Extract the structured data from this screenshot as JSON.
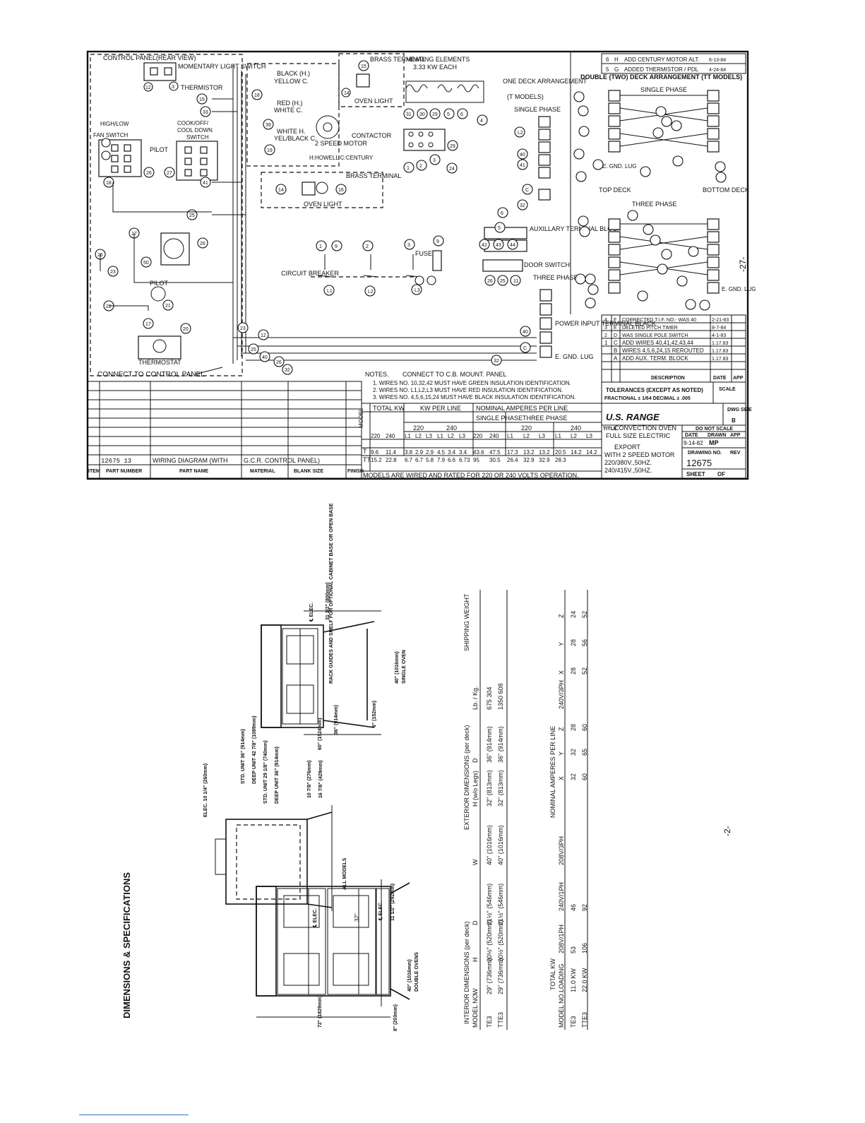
{
  "wiring_diagram": {
    "panel_title": "CONTROL PANEL(REAR VIEW)",
    "momentary_switch": "MOMENTARY LIGHT SWITCH",
    "thermistor": "THERMISTOR",
    "high_low": "HIGH/LOW",
    "fan_switch": "FAN SWITCH",
    "cook_off": "COOK/OFF/",
    "cool_down": "COOL DOWN",
    "switch": "SWITCH",
    "pilot_1": "PILOT",
    "pilot_2": "PILOT",
    "thermostat": "THERMOSTAT",
    "connect_panel": "CONNECT TO CONTROL PANEL",
    "brass_terminal_1": "BRASS TERMINAL",
    "heating_elements": "HEATING ELEMENTS",
    "kw_each": "3.33 KW EACH",
    "oven_light_1": "OVEN LIGHT",
    "black": "BLACK (H.)",
    "yellow": "YELLOW C.",
    "red": "RED (H.)",
    "white": "WHITE C.",
    "white_h": "WHITE H.",
    "yel_black": "YEL/BLACK C.",
    "two_speed_motor": "2 SPEED MOTOR",
    "motor_makers": "H:HOWELL C:CENTURY",
    "contactor": "CONTACTOR",
    "brass_terminal_2": "BRASS TERMINAL",
    "oven_light_2": "OVEN LIGHT",
    "circuit_breaker": "CIRCUIT BREAKER",
    "fuse": "FUSE",
    "door_switch": "DOOR SWITCH",
    "auxillary": "AUXILLARY TERMINAL BLOCK",
    "three_phase_mid": "THREE PHASE",
    "power_input": "POWER INPUT TERMINAL BLACK",
    "gnd_lug": "E. GND. LUG",
    "one_deck": "ONE DECK ARRANGEMENT",
    "t_models": "(T MODELS)",
    "single_phase_1": "SINGLE PHASE",
    "double_deck": "DOUBLE (TWO) DECK ARRANGEMENT (TT MODELS)",
    "single_phase_2": "SINGLE PHASE",
    "three_phase_right": "THREE PHASE",
    "top_deck": "TOP DECK",
    "bottom_deck": "BOTTOM DECK",
    "page_num": "-27-",
    "notes_title": "NOTES.",
    "connect_cb": "CONNECT TO C.B. MOUNT. PANEL",
    "notes": [
      "1. WIRES NO. 10,32,42 MUST HAVE GREEN INSULATION IDENTIFICATION.",
      "2. WIRES NO. L1,L2,L3 MUST HAVE RED INSULATION IDENTIFICATION.",
      "3. WIRES NO. 4,5,6,15,24 MUST HAVE BLACK INSULATION IDENTIFICATION."
    ],
    "revisions": [
      {
        "sym": "6",
        "ltr": "H",
        "desc": "ADD CENTURY MOTOR ALT.",
        "date": "6-13-84"
      },
      {
        "sym": "5",
        "ltr": "G",
        "desc": "ADDED THERMISTOR / PDL",
        "date": "4-24-84"
      },
      {
        "sym": "4",
        "ltr": "F",
        "desc": "CORRECTED T.I.F. NO.- WAS 40",
        "date": "2-21-83"
      },
      {
        "sym": "3",
        "ltr": "E",
        "desc": "DELETED PITCH TIMER",
        "date": "8-7-84"
      },
      {
        "sym": "2",
        "ltr": "D",
        "desc": "WAS SINGLE POLE SWITCH",
        "date": "4-1-83"
      },
      {
        "sym": "1",
        "ltr": "C",
        "desc": "ADD WIRES 40,41,42,43,44",
        "date": "1.17.83"
      },
      {
        "sym": "",
        "ltr": "B",
        "desc": "WIRES 4,5,6,24,15 REROUTED",
        "date": "1.17.83"
      },
      {
        "sym": "",
        "ltr": "A",
        "desc": "ADD AUX. TERM. BLOCK",
        "date": "1.17.83"
      }
    ],
    "rev_header": {
      "desc": "DESCRIPTION",
      "date": "DATE",
      "app": "APP"
    },
    "tolerances": "TOLERANCES (EXCEPT AS NOTED)",
    "fractional": "FRACTIONAL ± 1/64 DECIMAL ± .005",
    "scale": "SCALE",
    "company": "U.S. RANGE",
    "dwg_size": "DWG SIZE",
    "size_b": "B",
    "title_label": "TITLE",
    "title_1": "CONVECTION OVEN",
    "title_2": "FULL SIZE ELECTRIC",
    "export": "EXPORT",
    "export_1": "WITH 2 SPEED MOTOR",
    "export_2": "220/380V.,50HZ.",
    "export_3": "240/415V.,50HZ.",
    "do_not_scale": "DO NOT SCALE",
    "date_hdr": "DATE",
    "drawn_hdr": "DRAWN",
    "app_hdr": "APP",
    "drawing_date": "9-14-82",
    "drawn_by": "MP",
    "drawing_no_label": "DRAWING NO.",
    "rev_label": "REV",
    "drawing_no": "12675",
    "sheet": "SHEET",
    "of": "OF",
    "parts_row": {
      "item": "",
      "part_no": "12675 13",
      "part_name": "WIRING DIAGRAM (WITH",
      "material": "G.C.R. CONTROL PANEL)"
    },
    "parts_header": {
      "item": "ITEM",
      "part_no": "PART NUMBER",
      "part_name": "PART NAME",
      "material": "MATERIAL",
      "blank": "BLANK SIZE",
      "finish": "FINISH"
    },
    "kw_table": {
      "model": "MODEL",
      "total_kw": "TOTAL KW",
      "kw_per_line": "KW PER LINE",
      "amps": "NOMINAL AMPERES PER LINE",
      "single_phase": "SINGLE PHASE",
      "three_phase": "THREE PHASE",
      "v220": "220",
      "v240": "240",
      "lines": [
        "220",
        "240",
        "L1",
        "L2",
        "L3",
        "L1",
        "L2",
        "L3",
        "220",
        "240",
        "L1",
        "L2",
        "L3",
        "L1",
        "L2",
        "L3"
      ],
      "rows": [
        {
          "model": "T",
          "cells": [
            "9.6",
            "11.4",
            "3.8",
            "2.9",
            "2.9",
            "4.5",
            "3.4",
            "3.4",
            "43.6",
            "47.5",
            "17.3",
            "13.2",
            "13.2",
            "20.5",
            "14.2",
            "14.2"
          ]
        },
        {
          "model": "TT",
          "cells": [
            "15.2",
            "22.8",
            "6.7",
            "6.7",
            "5.8",
            "7.9",
            "6.6",
            "6.73",
            "95",
            "30.5",
            "26.4",
            "32.9",
            "32.9",
            "28.3",
            "",
            ""
          ]
        }
      ],
      "footer": "MODELS ARE WIRED AND RATED FOR 220 OR 240 VOLTS OPERATION."
    }
  },
  "specs": {
    "heading": "DIMENSIONS & SPECIFICATIONS",
    "page_num": "-2-",
    "labels": {
      "h72": "72\" (1829mm)",
      "h8": "8\" (203mm)",
      "w40a": "40\" (1016mm)",
      "double_ovens": "DOUBLE OVENS",
      "h32": "32\"",
      "elec_a": "℄ ELEC.",
      "elec_b": "℄ ELEC.",
      "h11": "11 1/2\" (292mm)",
      "elec_c": "ELEC. 10 1/4\" (260mm)",
      "std_unit": "STD. UNIT 36\" (914mm)",
      "deep_unit": "DEEP UNIT 42 7/8\" (1089mm)",
      "std2": "STD. UNIT 29 1/8\" (740mm)",
      "deep2": "DEEP UNIT 36\" (914mm)",
      "d10": "10 7/8\" (276mm)",
      "d16": "16 7/8\" (429mm)",
      "all_models": "ALL MODELS",
      "h60": "60\" (1524mm)",
      "h36": "36\" (914mm)",
      "h6": "6\" (152mm)",
      "w40b": "40\" (1016mm)",
      "single_oven": "SINGLE OVEN",
      "rack_guides": "RACK GUIDES AND SHELF FOR OPTIONAL CABINET BASE OR OPEN BASE",
      "elec_d": "℄ ELEC.",
      "h31": "31 1/2\" (800mm)"
    },
    "table1": {
      "group_interior": "INTERIOR DIMENSIONS (per deck)",
      "group_exterior": "EXTERIOR DIMENSIONS (per deck)",
      "group_weight": "SHIPPING WEIGHT",
      "headers": [
        "MODEL NO.",
        "W",
        "H",
        "D",
        "W",
        "H (w/o Legs)",
        "D",
        "Lb. / Kg."
      ],
      "rows": [
        [
          "TE3",
          "29\" (736mm)",
          "20½\" (520mm)",
          "21½\" (546mm)",
          "40\" (1016mm)",
          "32\" (813mm)",
          "36\" (914mm)",
          "675    304"
        ],
        [
          "TTE3",
          "29\" (736mm)",
          "20½\" (520mm)",
          "21½\" (546mm)",
          "40\" (1016mm)",
          "32\" (813mm)",
          "36\" (914mm)",
          "1350    608"
        ]
      ]
    },
    "table2": {
      "group_total": "TOTAL KW",
      "group_amps": "NOMINAL AMPERES PER LINE",
      "headers": [
        "MODEL NO.",
        "LOADING",
        "208V/1PH",
        "240V/1PH",
        "208V/3PH",
        "X",
        "Y",
        "Z",
        "240V/3PH",
        "X",
        "Y",
        "Z"
      ],
      "rows": [
        [
          "TE3",
          "11.0 KW",
          "53",
          "46",
          "",
          "32",
          "32",
          "28",
          "",
          "28",
          "28",
          "24"
        ],
        [
          "TTE3",
          "22.0 KW",
          "106",
          "92",
          "",
          "60",
          "65",
          "60",
          "",
          "52",
          "56",
          "52"
        ]
      ]
    }
  }
}
